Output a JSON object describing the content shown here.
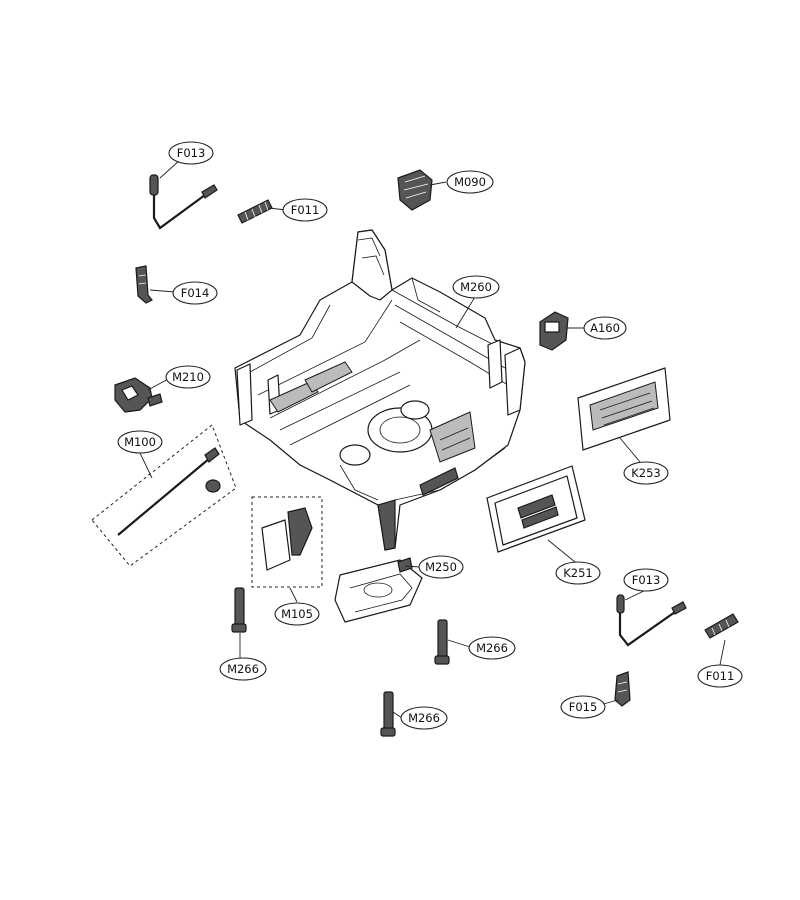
{
  "labels": {
    "f013_top": "F013",
    "f011_top": "F011",
    "m090": "M090",
    "f014": "F014",
    "m260": "M260",
    "a160": "A160",
    "m210": "M210",
    "m100": "M100",
    "k253": "K253",
    "m250": "M250",
    "k251": "K251",
    "f013_bottom": "F013",
    "m105": "M105",
    "m266_left": "M266",
    "m266_mid": "M266",
    "m266_bottom": "M266",
    "f011_bottom": "F011",
    "f015": "F015"
  }
}
